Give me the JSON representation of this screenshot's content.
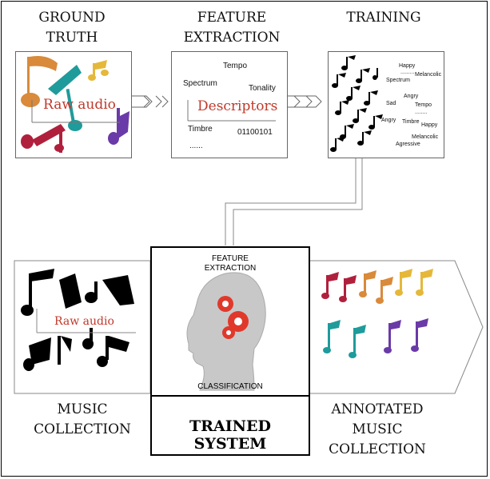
{
  "top": {
    "ground_truth_title_1": "GROUND",
    "ground_truth_title_2": "TRUTH",
    "feature_title_1": "FEATURE",
    "feature_title_2": "EXTRACTION",
    "training_title": "TRAINING"
  },
  "ground_truth_box": {
    "raw_audio": "Raw audio"
  },
  "feature_box": {
    "tempo": "Tempo",
    "spectrum": "Spectrum",
    "tonality": "Tonality",
    "descriptors": "Descriptors",
    "timbre": "Timbre",
    "binary": "01100101",
    "dots": "......"
  },
  "training_box": {
    "happy": "Happy",
    "melancolic": "Melancolic",
    "spectrum": "Spectrum",
    "dots1": ".........",
    "angry": "Angry",
    "sad": "Sad",
    "tempo": "Tempo",
    "dots2": "........",
    "angry2": "Angry",
    "timbre": "Timbre",
    "happy2": "Happy",
    "melancolic2": "Melancolic",
    "agressive": "Agressive"
  },
  "center": {
    "feature_1": "FEATURE",
    "feature_2": "EXTRACTION",
    "classification": "CLASSIFICATION",
    "trained_system": "TRAINED SYSTEM"
  },
  "music_collection": {
    "raw_audio": "Raw audio",
    "title_1": "MUSIC",
    "title_2": "COLLECTION"
  },
  "annotated": {
    "title_1": "ANNOTATED MUSIC",
    "title_2": "COLLECTION",
    "note_colors_row1": [
      "#b0203c",
      "#b0203c",
      "#d98a3a",
      "#d98a3a",
      "#e5b83a",
      "#e5b83a"
    ],
    "note_colors_row2": [
      "#1f9b9b",
      "#1f9b9b",
      "#6a3aa8",
      "#6a3aa8"
    ]
  },
  "colors": {
    "gear": "#e0392b",
    "head": "#c8c8c8"
  }
}
